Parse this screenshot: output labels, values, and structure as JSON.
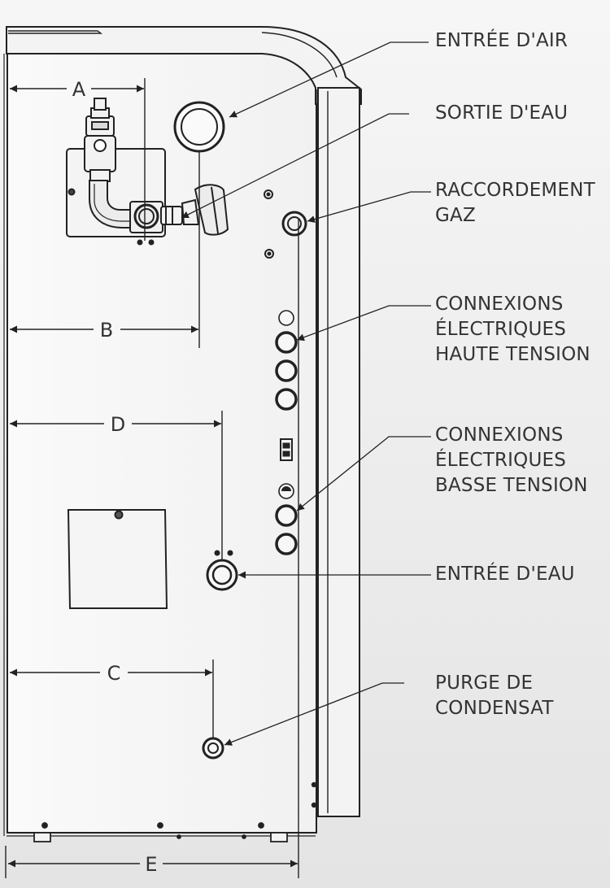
{
  "callouts": [
    {
      "id": "entree-air",
      "lines": [
        "ENTRÉE D'AIR"
      ]
    },
    {
      "id": "sortie-eau",
      "lines": [
        "SORTIE D'EAU"
      ]
    },
    {
      "id": "raccordement-gaz",
      "lines": [
        "RACCORDEMENT",
        "GAZ"
      ]
    },
    {
      "id": "connexions-ht",
      "lines": [
        "CONNEXIONS",
        "ÉLECTRIQUES",
        "HAUTE TENSION"
      ]
    },
    {
      "id": "connexions-bt",
      "lines": [
        "CONNEXIONS",
        "ÉLECTRIQUES",
        "BASSE TENSION"
      ]
    },
    {
      "id": "entree-eau",
      "lines": [
        "ENTRÉE D'EAU"
      ]
    },
    {
      "id": "purge",
      "lines": [
        "PURGE DE",
        "CONDENSAT"
      ]
    }
  ],
  "dimensions": {
    "a": "A",
    "b": "B",
    "c": "C",
    "d": "D",
    "e": "E"
  }
}
